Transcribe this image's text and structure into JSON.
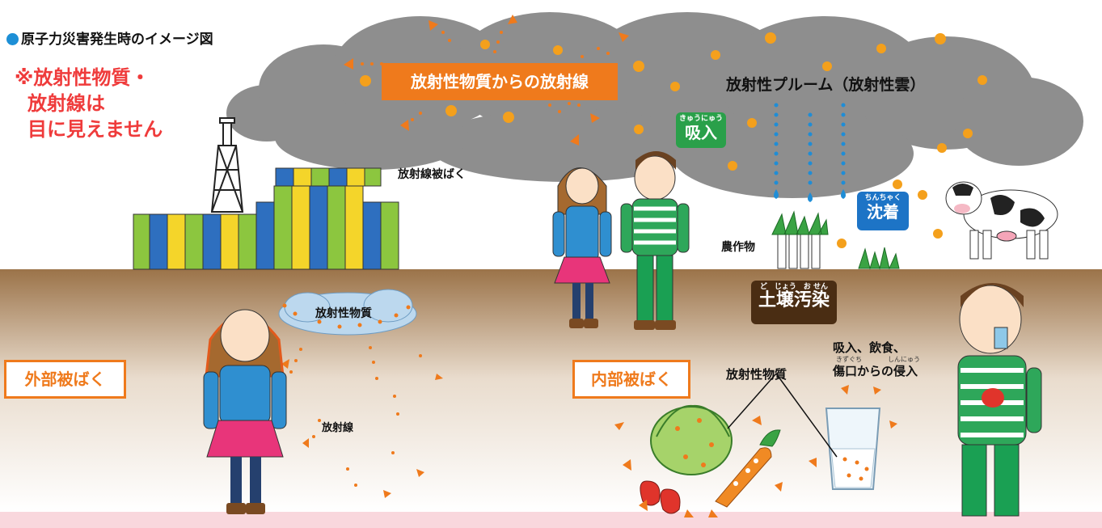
{
  "title": "原子力災害発生時のイメージ図",
  "warning": {
    "line1": "※放射性物質・",
    "line2": "放射線は",
    "line3": "目に見えません"
  },
  "labels": {
    "radiation_from_material": "放射性物質からの放射線",
    "plume": "放射性プルーム（放射性雲）",
    "inhalation_ruby": "きゅうにゅう",
    "inhalation": "吸入",
    "radiation_exposure": "放射線被ばく",
    "deposition_ruby": "ちんちゃく",
    "deposition": "沈着",
    "crops": "農作物",
    "soil_ruby": "ど　じょう　お せん",
    "soil_contamination": "土壌汚染",
    "material_cloud": "放射性物質",
    "external_exposure": "外部被ばく",
    "radiation": "放射線",
    "internal_exposure": "内部被ばく",
    "material_food": "放射性物質",
    "routes_line1": "吸入、飲食、",
    "routes_ruby": "きずぐち　　　　しんにゅう",
    "routes_line2": "傷口からの侵入"
  },
  "colors": {
    "accent_orange": "#ef7a1c",
    "warning_red": "#ef3b3b",
    "inhalation_green": "#2aa04a",
    "deposition_blue": "#1d74c6",
    "soil_brown": "#4a2d13",
    "ground_pink": "#f9d7dd",
    "cloud_gray": "#8e8e8e",
    "title_dot_blue": "#1d8fd6"
  }
}
